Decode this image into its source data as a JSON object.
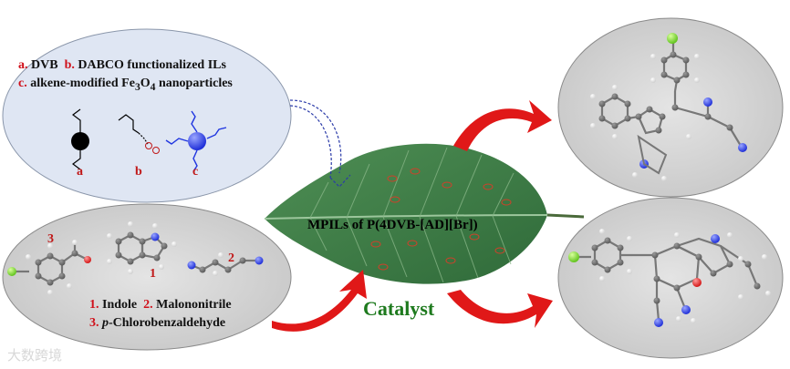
{
  "top_panel": {
    "line1_a_letter": "a.",
    "line1_a_text": "DVB",
    "line1_b_letter": "b.",
    "line1_b_text": "DABCO functionalized ILs",
    "line2_c_letter": "c.",
    "line2_c_text_pre": "alkene-modified Fe",
    "line2_c_sub1": "3",
    "line2_c_mid": "O",
    "line2_c_sub2": "4",
    "line2_c_text_post": " nanoparticles",
    "struct_a_label": "a",
    "struct_b_label": "b",
    "struct_c_label": "c"
  },
  "bottom_panel": {
    "label_3": "3",
    "label_1": "1",
    "label_2": "2",
    "reagent1_num": "1.",
    "reagent1_name": "Indole",
    "reagent2_num": "2.",
    "reagent2_name": "Malononitrile",
    "reagent3_num": "3.",
    "reagent3_prefix": "p",
    "reagent3_name": "-Chlorobenzaldehyde"
  },
  "center": {
    "leaf_label": "MPILs of P(4DVB-[AD][Br])",
    "catalyst_label": "Catalyst"
  },
  "watermark": "大数跨境",
  "colors": {
    "panel_top": "#dfe6f3",
    "panel_bottom": "#cfcfcf",
    "panel_right": "#d3d3d3",
    "arrow_red": "#e01818",
    "leaf_green": "#3f7f47",
    "catalyst_green": "#1e7a1e",
    "blue_atom": "#1f35e0",
    "chlorine": "#7fdc3a"
  }
}
